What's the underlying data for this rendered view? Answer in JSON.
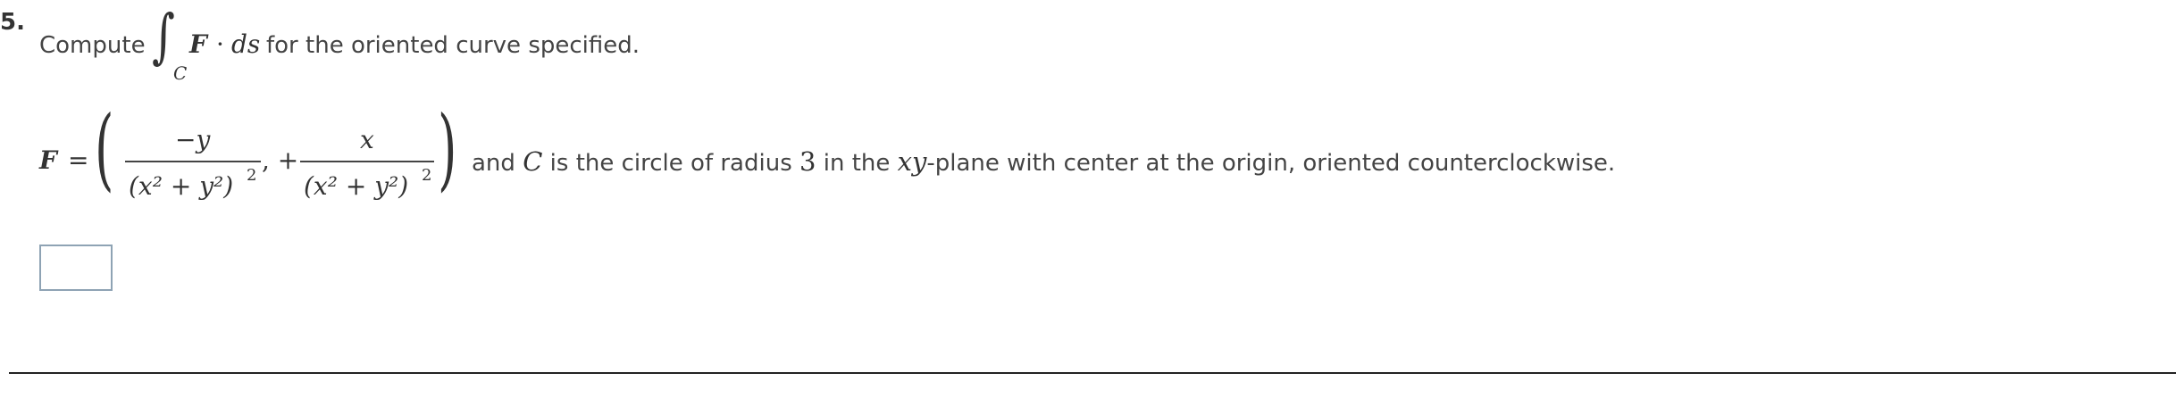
{
  "question": {
    "number": "5.",
    "prompt_before": "Compute",
    "integral": {
      "symbol": "∫",
      "subscript": "C",
      "integrand_F": "F",
      "dot": "·",
      "ds": "ds"
    },
    "prompt_after": "for the oriented curve specified.",
    "field": {
      "lhs": "F",
      "equals": "=",
      "left_paren": "(",
      "right_paren": ")",
      "comp1_num": "−y",
      "comp1_den": "(x² + y²)",
      "comp1_den_exp": "2",
      "separator": ", +",
      "comp2_num": "x",
      "comp2_den": "(x² + y²)",
      "comp2_den_exp": "2"
    },
    "desc_1": "and",
    "desc_C": "C",
    "desc_2": "is the circle of radius",
    "desc_3val": "3",
    "desc_4": "in the",
    "desc_xy": "xy",
    "desc_5": "-plane with center at the origin, oriented counterclockwise."
  },
  "answer": {
    "value": ""
  }
}
